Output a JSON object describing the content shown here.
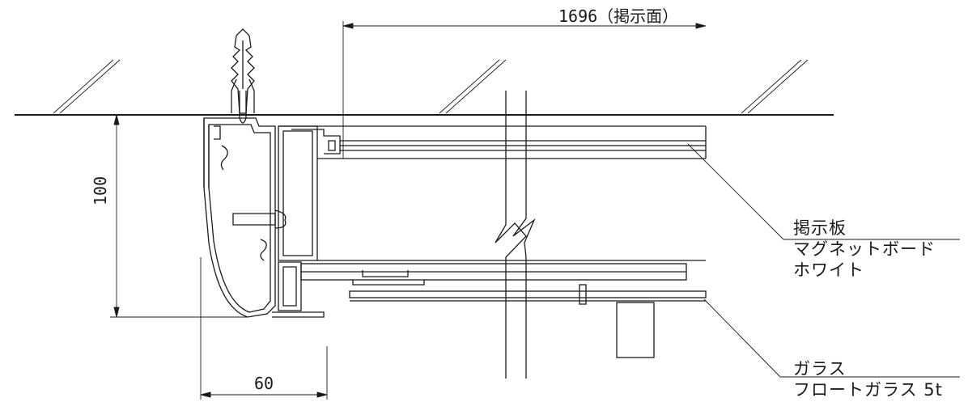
{
  "dimensions": {
    "width_label": "1696（掲示面）",
    "height_label": "100",
    "depth_label": "60"
  },
  "labels": {
    "board": {
      "title": "掲示板",
      "line1": "マグネットボード",
      "line2": "ホワイト"
    },
    "glass": {
      "title": "ガラス",
      "line1": "フロートガラス 5t"
    }
  }
}
